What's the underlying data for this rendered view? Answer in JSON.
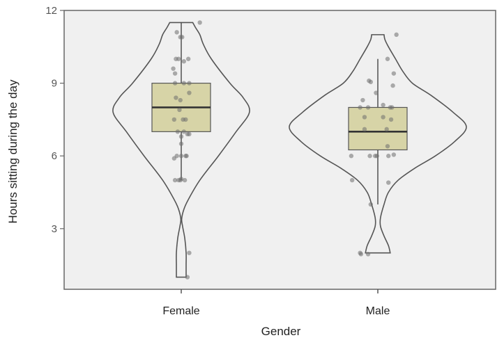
{
  "chart_data": {
    "type": "violin",
    "title": "",
    "xlabel": "Gender",
    "ylabel": "Hours sitting  during the day",
    "ylim": [
      0.5,
      12
    ],
    "yticks": [
      3,
      6,
      9,
      12
    ],
    "ytick_labels": [
      "3",
      "6",
      "9",
      "12"
    ],
    "grid": false,
    "categories": [
      "Female",
      "Male"
    ],
    "colors": {
      "plot_bg": "#f0f0f0",
      "box_fill": "#d7d4a7",
      "outline": "#555555",
      "points": "#6e6e6e"
    },
    "series": [
      {
        "name": "Female",
        "box": {
          "q1": 7,
          "median": 8,
          "q3": 9,
          "whisker_low": 5,
          "whisker_high": 11.5
        },
        "violin_range": [
          1,
          11.5
        ],
        "violin_density": [
          [
            1,
            0.055
          ],
          [
            1.5,
            0.055
          ],
          [
            2,
            0.055
          ],
          [
            2.6,
            0.04
          ],
          [
            3.1,
            0.015
          ],
          [
            3.4,
            0.005
          ],
          [
            3.8,
            0.03
          ],
          [
            4.2,
            0.08
          ],
          [
            5,
            0.21
          ],
          [
            6,
            0.42
          ],
          [
            7,
            0.62
          ],
          [
            7.8,
            0.77
          ],
          [
            8.4,
            0.7
          ],
          [
            9,
            0.55
          ],
          [
            10,
            0.34
          ],
          [
            10.6,
            0.25
          ],
          [
            11,
            0.21
          ],
          [
            11.3,
            0.16
          ],
          [
            11.5,
            0.13
          ]
        ],
        "points": [
          [
            11.5,
            0.21
          ],
          [
            11.1,
            -0.05
          ],
          [
            10.9,
            -0.01
          ],
          [
            10.9,
            0.01
          ],
          [
            10.0,
            -0.06
          ],
          [
            10.0,
            -0.03
          ],
          [
            9.9,
            0.03
          ],
          [
            10.0,
            0.08
          ],
          [
            9.6,
            -0.09
          ],
          [
            9.4,
            -0.07
          ],
          [
            9.0,
            -0.07
          ],
          [
            9.0,
            0.03
          ],
          [
            9.0,
            0.09
          ],
          [
            8.6,
            0.09
          ],
          [
            8.4,
            -0.06
          ],
          [
            8.3,
            -0.01
          ],
          [
            7.9,
            -0.02
          ],
          [
            7.5,
            -0.08
          ],
          [
            7.5,
            0.02
          ],
          [
            7.5,
            0.05
          ],
          [
            7.0,
            -0.04
          ],
          [
            7.0,
            0.03
          ],
          [
            6.9,
            0.07
          ],
          [
            6.9,
            0.09
          ],
          [
            6.8,
            0.0
          ],
          [
            6.5,
            0.0
          ],
          [
            6.0,
            -0.05
          ],
          [
            6.0,
            0.0
          ],
          [
            6.0,
            0.05
          ],
          [
            6.0,
            0.06
          ],
          [
            5.9,
            -0.08
          ],
          [
            5.0,
            -0.07
          ],
          [
            5.0,
            -0.03
          ],
          [
            5.0,
            -0.01
          ],
          [
            5.05,
            0.0
          ],
          [
            5.0,
            0.04
          ],
          [
            2.0,
            0.09
          ],
          [
            1.0,
            0.07
          ]
        ]
      },
      {
        "name": "Male",
        "box": {
          "q1": 6.25,
          "median": 7,
          "q3": 8,
          "whisker_low": 4,
          "whisker_high": 10
        },
        "violin_range": [
          2,
          11
        ],
        "violin_density": [
          [
            2,
            0.14
          ],
          [
            2.3,
            0.12
          ],
          [
            2.7,
            0.07
          ],
          [
            3.1,
            0.03
          ],
          [
            3.45,
            0.03
          ],
          [
            4,
            0.07
          ],
          [
            4.5,
            0.12
          ],
          [
            5,
            0.23
          ],
          [
            5.5,
            0.42
          ],
          [
            6,
            0.65
          ],
          [
            6.6,
            0.87
          ],
          [
            7.2,
            1.0
          ],
          [
            7.8,
            0.85
          ],
          [
            8.5,
            0.6
          ],
          [
            9,
            0.39
          ],
          [
            9.5,
            0.28
          ],
          [
            10,
            0.2
          ],
          [
            10.5,
            0.12
          ],
          [
            10.8,
            0.08
          ],
          [
            11,
            0.07
          ]
        ],
        "points": [
          [
            11.0,
            0.21
          ],
          [
            10.0,
            0.11
          ],
          [
            9.4,
            0.18
          ],
          [
            9.1,
            -0.1
          ],
          [
            9.05,
            -0.08
          ],
          [
            8.9,
            0.17
          ],
          [
            8.6,
            -0.02
          ],
          [
            8.3,
            -0.17
          ],
          [
            8.1,
            0.06
          ],
          [
            8.0,
            -0.2
          ],
          [
            8.0,
            -0.11
          ],
          [
            8.0,
            0.14
          ],
          [
            8.0,
            0.16
          ],
          [
            7.6,
            -0.15
          ],
          [
            7.6,
            0.06
          ],
          [
            7.5,
            0.15
          ],
          [
            7.1,
            -0.15
          ],
          [
            7.1,
            0.1
          ],
          [
            6.4,
            0.11
          ],
          [
            6.0,
            -0.3
          ],
          [
            6.0,
            -0.09
          ],
          [
            6.0,
            -0.03
          ],
          [
            6.0,
            -0.01
          ],
          [
            6.0,
            0.12
          ],
          [
            6.05,
            0.18
          ],
          [
            5.0,
            -0.29
          ],
          [
            4.9,
            0.12
          ],
          [
            4.0,
            -0.08
          ],
          [
            2.0,
            -0.2
          ],
          [
            1.95,
            -0.19
          ],
          [
            1.95,
            -0.11
          ]
        ]
      }
    ]
  }
}
